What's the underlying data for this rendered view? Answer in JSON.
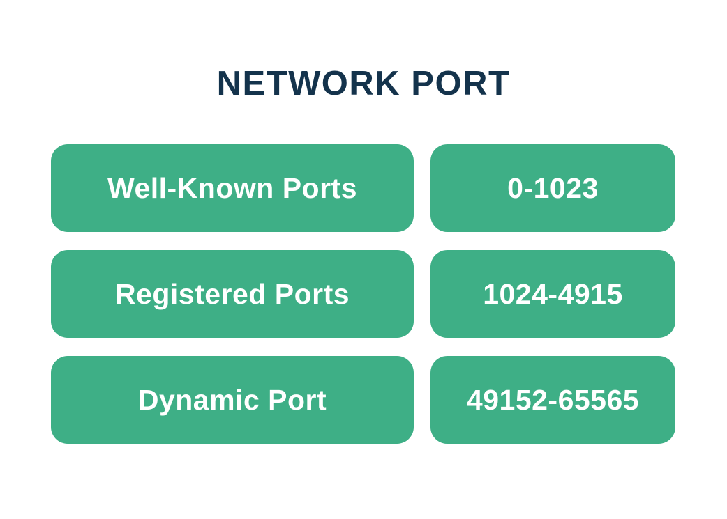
{
  "title": "NETWORK PORT",
  "colors": {
    "background": "#ffffff",
    "box_green": "#3eaf86",
    "title_navy": "#14334c",
    "box_text": "#ffffff"
  },
  "rows": [
    {
      "label": "Well-Known Ports",
      "range": "0-1023"
    },
    {
      "label": "Registered Ports",
      "range": "1024-4915"
    },
    {
      "label": "Dynamic Port",
      "range": "49152-65565"
    }
  ]
}
